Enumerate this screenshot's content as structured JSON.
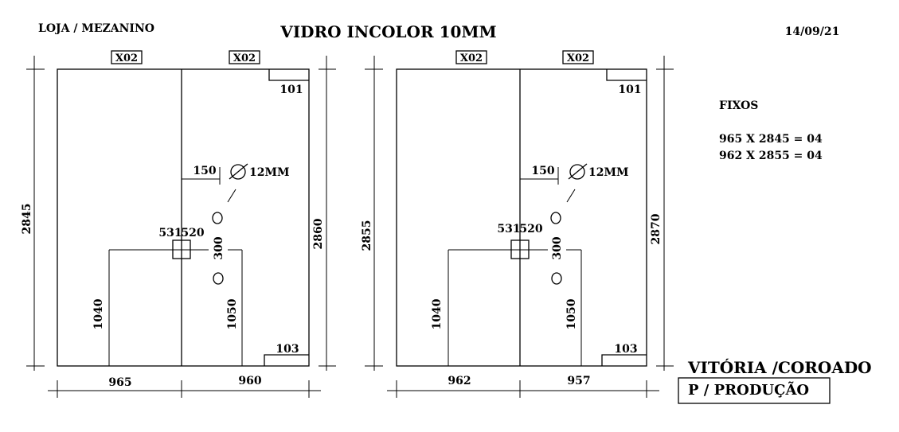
{
  "header": {
    "location": "LOJA / MEZANINO",
    "title": "VIDRO INCOLOR 10MM",
    "date": "14/09/21"
  },
  "panels": [
    {
      "top_tag_left": "X02",
      "top_tag_right": "X02",
      "corner_top": "101",
      "corner_bottom": "103",
      "dim_left_height": "2845",
      "dim_right_height": "2860",
      "dim_150": "150",
      "hole_label": "12MM",
      "dim_531": "531",
      "dim_520": "520",
      "dim_300": "300",
      "dim_1040": "1040",
      "dim_1050": "1050",
      "width_left": "965",
      "width_right": "960"
    },
    {
      "top_tag_left": "X02",
      "top_tag_right": "X02",
      "corner_top": "101",
      "corner_bottom": "103",
      "dim_left_height": "2855",
      "dim_right_height": "2870",
      "dim_150": "150",
      "hole_label": "12MM",
      "dim_531": "531",
      "dim_520": "520",
      "dim_300": "300",
      "dim_1040": "1040",
      "dim_1050": "1050",
      "width_left": "962",
      "width_right": "957"
    }
  ],
  "notes": {
    "heading": "FIXOS",
    "line1": "965 X 2845 = 04",
    "line2": "962 X 2855 = 04"
  },
  "footer": {
    "client": "VITÓRIA /COROADO",
    "stamp": "P / PRODUÇÃO"
  }
}
